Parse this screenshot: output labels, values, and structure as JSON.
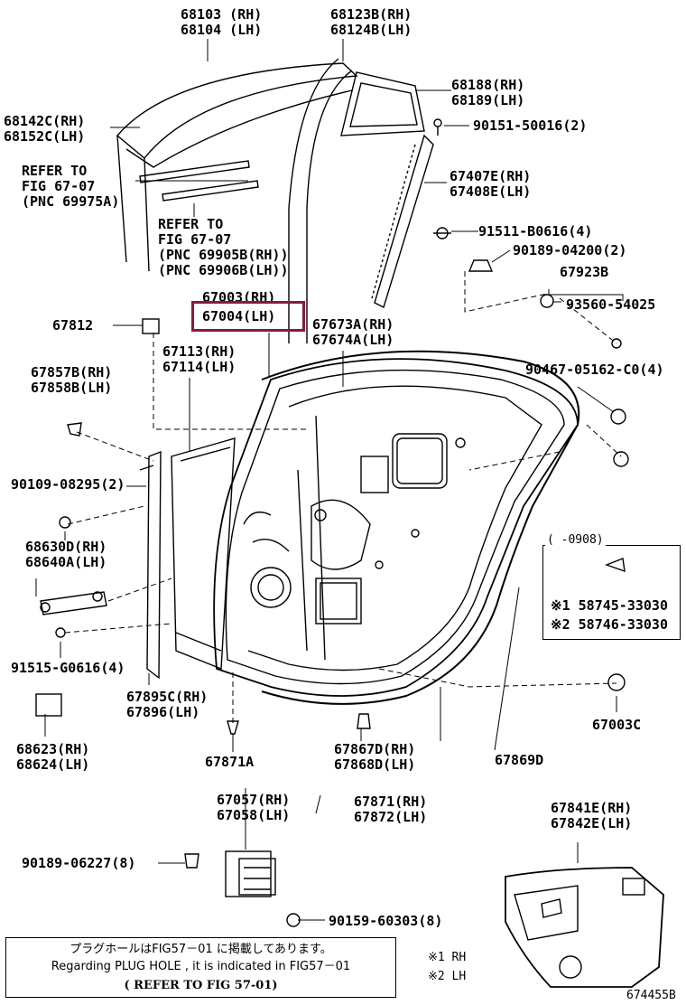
{
  "labels": {
    "l68103": [
      "68103 (RH)",
      "68104 (LH)"
    ],
    "l68123": [
      "68123B(RH)",
      "68124B(LH)"
    ],
    "l68188": [
      "68188(RH)",
      "68189(LH)"
    ],
    "l68142": [
      "68142C(RH)",
      "68152C(LH)"
    ],
    "l90151": [
      "90151-50016(2)"
    ],
    "refer1": [
      "REFER TO",
      "FIG 67-07",
      "(PNC 69975A)"
    ],
    "l67407": [
      "67407E(RH)",
      "67408E(LH)"
    ],
    "refer2": [
      "REFER TO",
      "FIG 67-07",
      "(PNC 69905B(RH))",
      "(PNC 69906B(LH))"
    ],
    "l91511": [
      "91511-B0616(4)"
    ],
    "l90189a": [
      "90189-04200(2)"
    ],
    "l67923": [
      "67923B"
    ],
    "l67003": [
      "67003(RH)"
    ],
    "l67004": [
      "67004(LH)"
    ],
    "l93560": [
      "93560-54025"
    ],
    "l67812": [
      "67812"
    ],
    "l67673": [
      "67673A(RH)",
      "67674A(LH)"
    ],
    "l67113": [
      "67113(RH)",
      "67114(LH)"
    ],
    "l67857": [
      "67857B(RH)",
      "67858B(LH)"
    ],
    "l90467": [
      "90467-05162-C0(4)"
    ],
    "l90109": [
      "90109-08295(2)"
    ],
    "l68630": [
      "68630D(RH)",
      "68640A(LH)"
    ],
    "l91515": [
      "91515-G0616(4)"
    ],
    "l67895": [
      "67895C(RH)",
      "67896(LH)"
    ],
    "l68623": [
      "68623(RH)",
      "68624(LH)"
    ],
    "l67003c": [
      "67003C"
    ],
    "l67871a": [
      "67871A"
    ],
    "l67867": [
      "67867D(RH)",
      "67868D(LH)"
    ],
    "l67869": [
      "67869D"
    ],
    "l67057": [
      "67057(RH)",
      "67058(LH)"
    ],
    "l67871": [
      "67871(RH)",
      "67872(LH)"
    ],
    "l67841": [
      "67841E(RH)",
      "67842E(LH)"
    ],
    "l90189b": [
      "90189-06227(8)"
    ],
    "l90159": [
      "90159-60303(8)"
    ]
  },
  "sequence_box": {
    "range": "(   -0908)",
    "items": [
      "※1 58745-33030",
      "※2 58746-33030"
    ]
  },
  "note": {
    "jp": "プラグホールはFIG57－01 に掲載してあります。",
    "en": "Regarding  PLUG  HOLE  , it is  indicated  in  FIG57－01",
    "ref": "(   REFER  TO  FIG  57-01)"
  },
  "legend": [
    "※1  RH",
    "※2  LH"
  ],
  "figure_id": "674455B",
  "highlight_color": "#8b1a3a"
}
